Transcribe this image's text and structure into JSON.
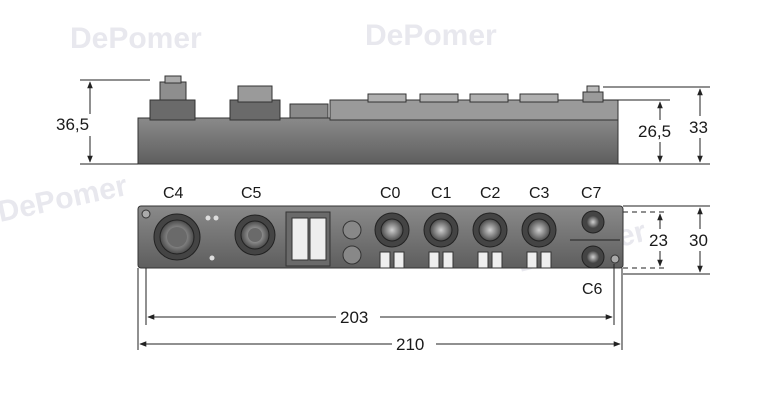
{
  "watermark": {
    "text": "DePomer"
  },
  "dimensions": {
    "side_height_total": "36,5",
    "side_height_body": "26,5",
    "side_height_max": "33",
    "front_height_inner": "23",
    "front_height_total": "30",
    "width_inner": "203",
    "width_total": "210"
  },
  "ports": {
    "c4": "C4",
    "c5": "C5",
    "c0": "C0",
    "c1": "C1",
    "c2": "C2",
    "c3": "C3",
    "c7": "C7",
    "c6": "C6"
  },
  "colors": {
    "housing": "#7d7d7d",
    "housing_dark": "#5a5a5a",
    "line": "#222222",
    "watermark": "#e6e6ec"
  }
}
